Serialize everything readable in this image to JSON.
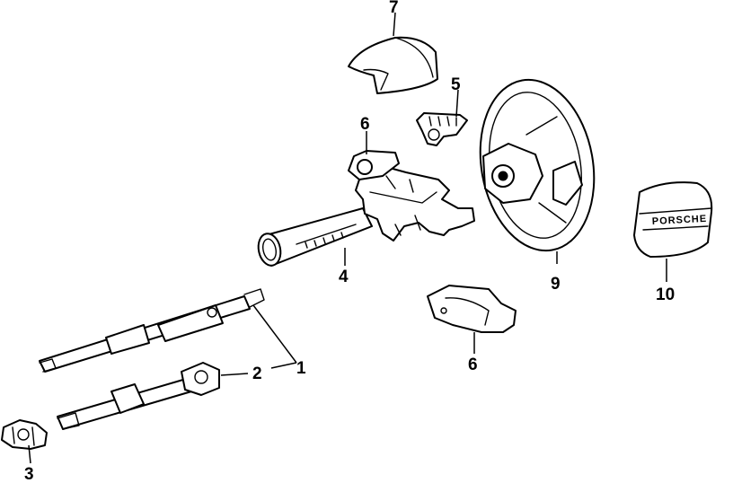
{
  "callouts": {
    "p1": "1",
    "p2": "2",
    "p3": "3",
    "p4": "4",
    "p5": "5",
    "p6a": "6",
    "p6b": "6",
    "p7": "7",
    "p9": "9",
    "p10": "10"
  },
  "airbag_brand": "PORSCHE",
  "colors": {
    "ink": "#000000",
    "paper": "#ffffff"
  }
}
